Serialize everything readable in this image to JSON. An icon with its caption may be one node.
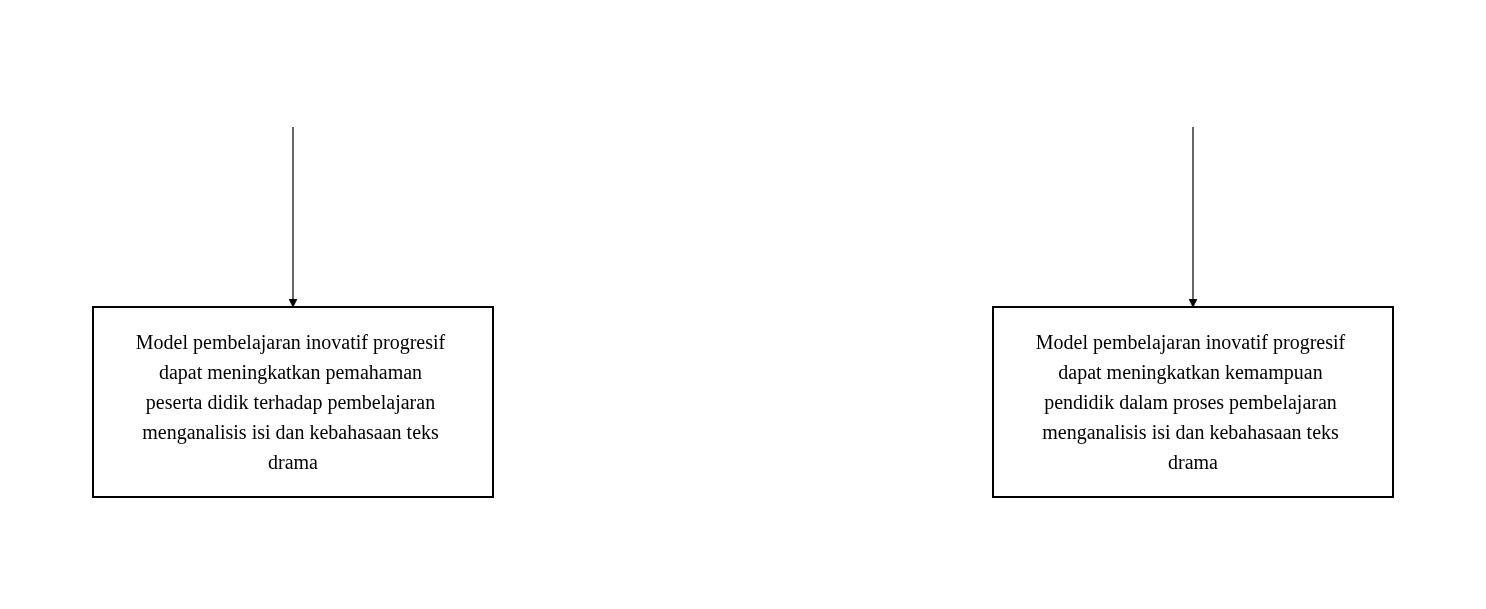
{
  "diagram": {
    "nodes": [
      {
        "text": [
          "Model pembelajaran inovatif progresif dapat meningkatkan pemahaman peserta didik terhadap pembelajaran menganalisis isi dan kebahasaan teks drama"
        ]
      },
      {
        "text": [
          "Model pembelajaran inovatif progresif dapat meningkatkan kemampuan pendidik dalam proses pembelajaran menganalisis isi dan kebahasaan teks drama"
        ]
      }
    ],
    "edges": [
      {
        "from": null,
        "to": 0,
        "arrow": "to"
      },
      {
        "from": null,
        "to": 1,
        "arrow": "to"
      }
    ]
  }
}
